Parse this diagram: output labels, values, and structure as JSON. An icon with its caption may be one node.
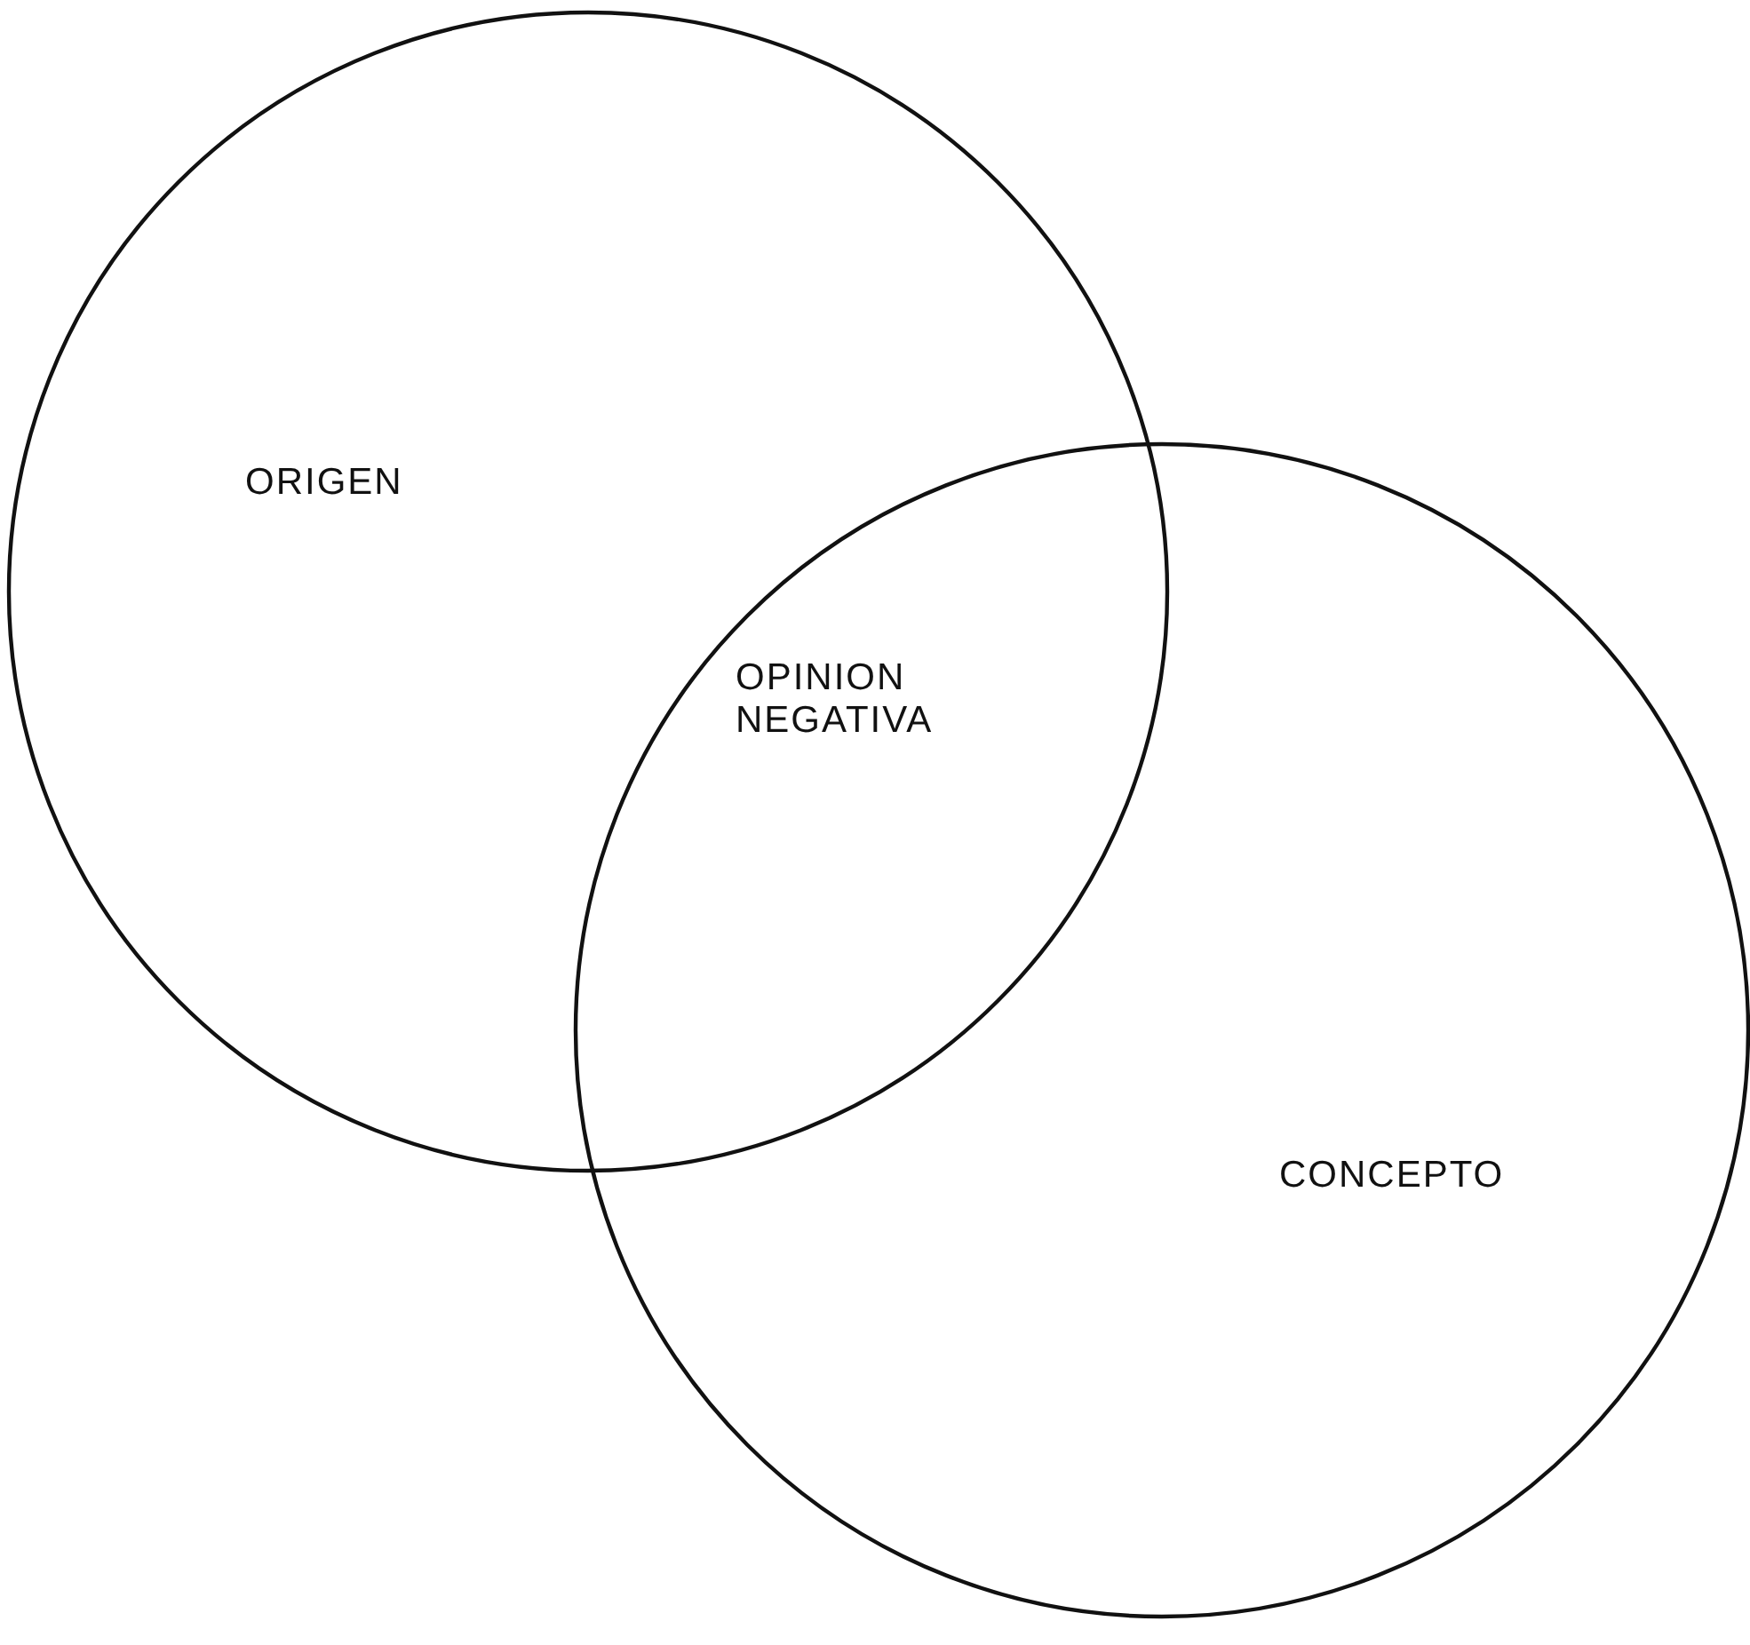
{
  "diagram": {
    "nodes": [
      {
        "text": [
          "ORIGEN"
        ]
      },
      {
        "text": [
          "CONCEPTO"
        ]
      }
    ],
    "labels": [
      "OPINION NEGATIVA"
    ]
  }
}
